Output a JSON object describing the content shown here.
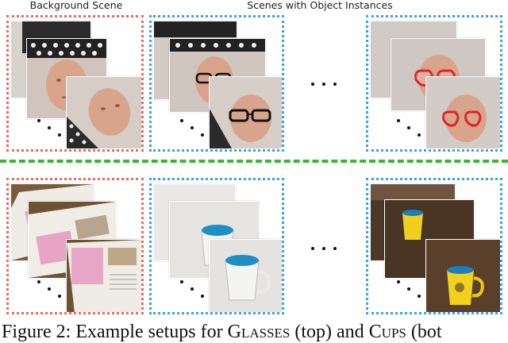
{
  "headers": {
    "background": "Background Scene",
    "instances": "Scenes with Object Instances"
  },
  "caption": {
    "prefix": "Figure 2: Example setups for ",
    "glasses": "Glasses",
    "middle": " (top) and ",
    "cups": "Cups",
    "suffix": " (bot"
  },
  "colors": {
    "background_frame": "#ec6a5c",
    "instance_frame": "#3aa2ea",
    "divider": "#3fb338"
  },
  "rows": [
    {
      "name": "glasses",
      "background_scene": "mannequin head on dotted mat",
      "instances": [
        "mannequin head with black glasses",
        "mannequin head with red heart glasses"
      ]
    },
    {
      "name": "cups",
      "background_scene": "printed documents on table",
      "instances": [
        "blue cup on marble counter",
        "yellow cup on wooden table"
      ]
    }
  ]
}
